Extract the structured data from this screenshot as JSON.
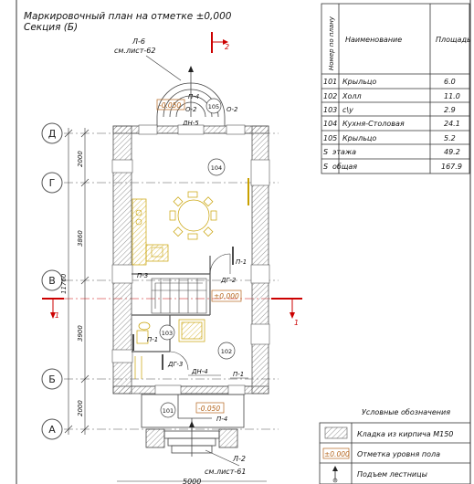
{
  "title": {
    "line1": "Маркировочный план  на отметке ±0,000",
    "line2": "Секция (Б)"
  },
  "axes": [
    "Д",
    "Г",
    "В",
    "Б",
    "А"
  ],
  "dimensions": {
    "d1": "2000",
    "d2": "3860",
    "d3": "11760",
    "d4": "3900",
    "d5": "2000",
    "bottom": "5000"
  },
  "section_marks": {
    "top": "2",
    "left": "1",
    "right": "1"
  },
  "callouts": {
    "top_ref": "Л-6",
    "top_sheet": "см.лист-62",
    "bottom_ref": "Л-2",
    "bottom_sheet": "см.лист-61"
  },
  "labels": {
    "p4_top": "П-4",
    "level_top": "-0.050",
    "o2_a": "О-2",
    "o2_b": "О-2",
    "dn5": "ДН-5",
    "p1_a": "П-1",
    "p3": "П-3",
    "dg2": "ДГ-2",
    "level_mid": "±0.000",
    "p1_b": "П-1",
    "dg3": "ДГ-3",
    "dn4": "ДН-4",
    "p1_c": "П-1",
    "level_bottom": "-0.050",
    "p4_bottom": "П-4"
  },
  "rooms": {
    "r101": "101",
    "r102": "102",
    "r103": "103",
    "r104": "104",
    "r105": "105"
  },
  "schedule": {
    "headers": {
      "number": "Номер по плану",
      "name": "Наименование",
      "area": "Площадь"
    },
    "rows": [
      {
        "num": "101",
        "name": "Крыльцо",
        "area": "6.0"
      },
      {
        "num": "102",
        "name": "Холл",
        "area": "11.0"
      },
      {
        "num": "103",
        "name": "с\\у",
        "area": "2.9"
      },
      {
        "num": "104",
        "name": "Кухня-Столовая",
        "area": "24.1"
      },
      {
        "num": "105",
        "name": "Крыльцо",
        "area": "5.2"
      },
      {
        "num": "S",
        "name": "этажа",
        "area": "49.2"
      },
      {
        "num": "S",
        "name": "общая",
        "area": "167.9"
      }
    ]
  },
  "legend": {
    "title": "Условные обозначения",
    "items": [
      {
        "symbol": "hatch",
        "text": "Кладка из кирпича М150"
      },
      {
        "symbol": "±0.000",
        "text": "Отметка уровня пола"
      },
      {
        "symbol": "arrow",
        "text": "Подъем лестницы"
      }
    ]
  },
  "colors": {
    "wall": "#555555",
    "axis_red": "#cc0000",
    "furniture": "#c8a000",
    "level_box": "#b5651d"
  }
}
